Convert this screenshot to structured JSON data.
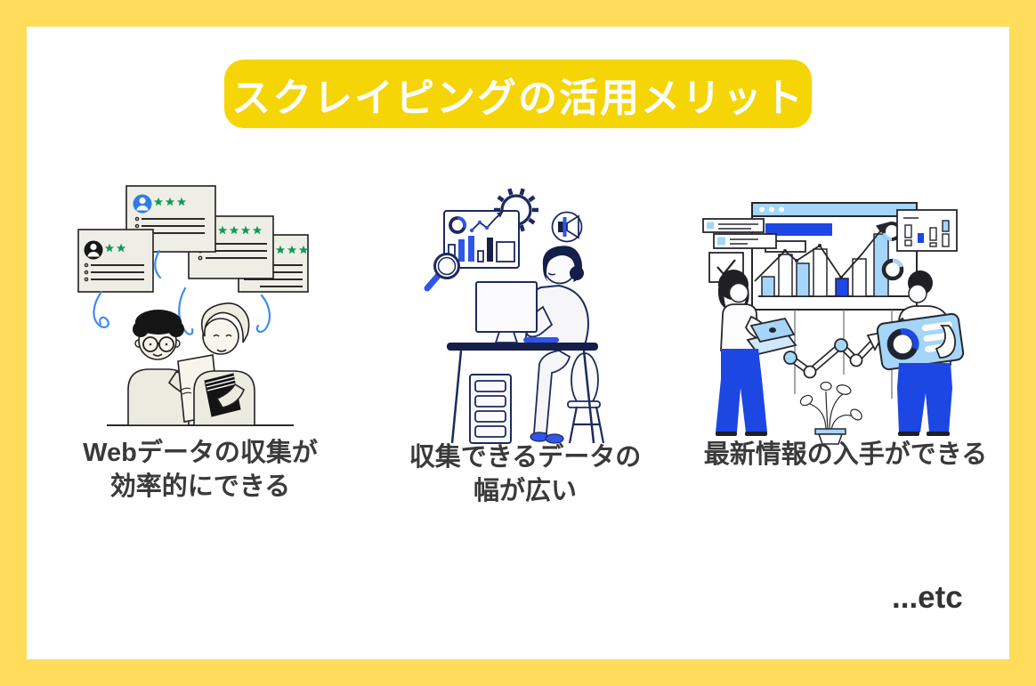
{
  "header": {
    "title": "スクレイピングの活用メリット"
  },
  "benefits": [
    {
      "id": "efficient-web-data-collection",
      "caption_lines": [
        "Webデータの収集が",
        "効率的にできる"
      ],
      "illustration": "two-people-comparing-review-cards"
    },
    {
      "id": "wide-range-of-data",
      "caption_lines": [
        "収集できるデータの",
        "幅が広い"
      ],
      "illustration": "person-analyzing-charts-at-desk"
    },
    {
      "id": "latest-information",
      "caption_lines": [
        "最新情報の入手ができる"
      ],
      "illustration": "two-people-presenting-graphs"
    }
  ],
  "footer": {
    "etc_label": "...etc"
  },
  "illustrations": {
    "left": {
      "review_cards": [
        {
          "avatar": "blue",
          "stars": 3
        },
        {
          "avatar": "black",
          "stars": 2
        },
        {
          "stars": 4
        },
        {
          "stars": 3
        }
      ]
    },
    "middle": {
      "elements": [
        "dashboard-panel",
        "donut-chart",
        "trend-line",
        "bar-chart",
        "gear",
        "magnifier",
        "megaphone-badge",
        "monitor",
        "desk",
        "drawer-unit",
        "seated-person"
      ]
    },
    "right": {
      "elements": [
        "browser-window",
        "bar-chart",
        "trend-arrow",
        "donut-charts",
        "mini-bar-chart-card",
        "search-result-cards",
        "check-bubble",
        "dot-line-chart",
        "plant",
        "woman-with-laptop",
        "man-with-feature-card"
      ]
    }
  },
  "colors": {
    "frame_yellow": "#FFDC5A",
    "banner_yellow": "#F5D505",
    "caption_text": "#3A3A3A",
    "star_green": "#0A9B57",
    "avatar_blue": "#2E7DE6",
    "card_cream": "#EFEEE6",
    "navy": "#1D2A5E",
    "accent_blue": "#2E56E8",
    "royal_blue": "#1C47E3",
    "light_blue": "#A5D5F8",
    "squiggle_blue": "#3F8CEA"
  }
}
